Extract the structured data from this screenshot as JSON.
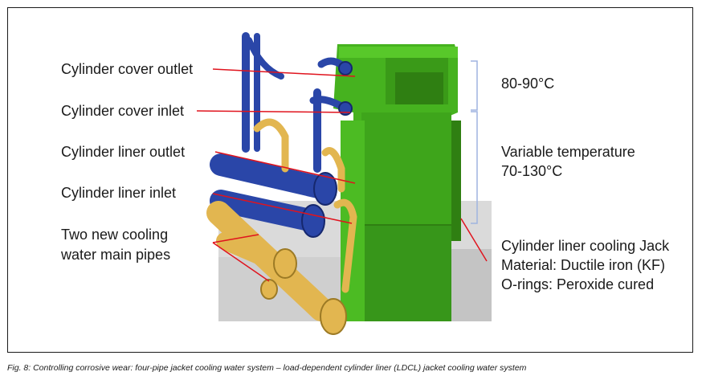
{
  "labels": {
    "cover_outlet": "Cylinder cover outlet",
    "cover_inlet": "Cylinder cover inlet",
    "liner_outlet": "Cylinder liner outlet",
    "liner_inlet": "Cylinder liner inlet",
    "main_pipes_line1": "Two new cooling",
    "main_pipes_line2": "water main pipes"
  },
  "right_labels": {
    "temp_top": "80-90°C",
    "temp_var_line1": "Variable temperature",
    "temp_var_line2": "70-130°C",
    "jacket_line1": "Cylinder liner cooling Jack",
    "jacket_line2": "Material: Ductile iron (KF)",
    "jacket_line3": "O-rings: Peroxide cured"
  },
  "caption": "Fig. 8: Controlling corrosive wear: four-pipe jacket cooling water system – load-dependent cylinder liner (LDCL) jacket cooling water system",
  "colors": {
    "green": "#46b21f",
    "green_dark": "#2f7f12",
    "blue": "#2a46a8",
    "gold": "#e2b650",
    "leader": "#e0141e",
    "bracket": "#9fb4e0"
  }
}
